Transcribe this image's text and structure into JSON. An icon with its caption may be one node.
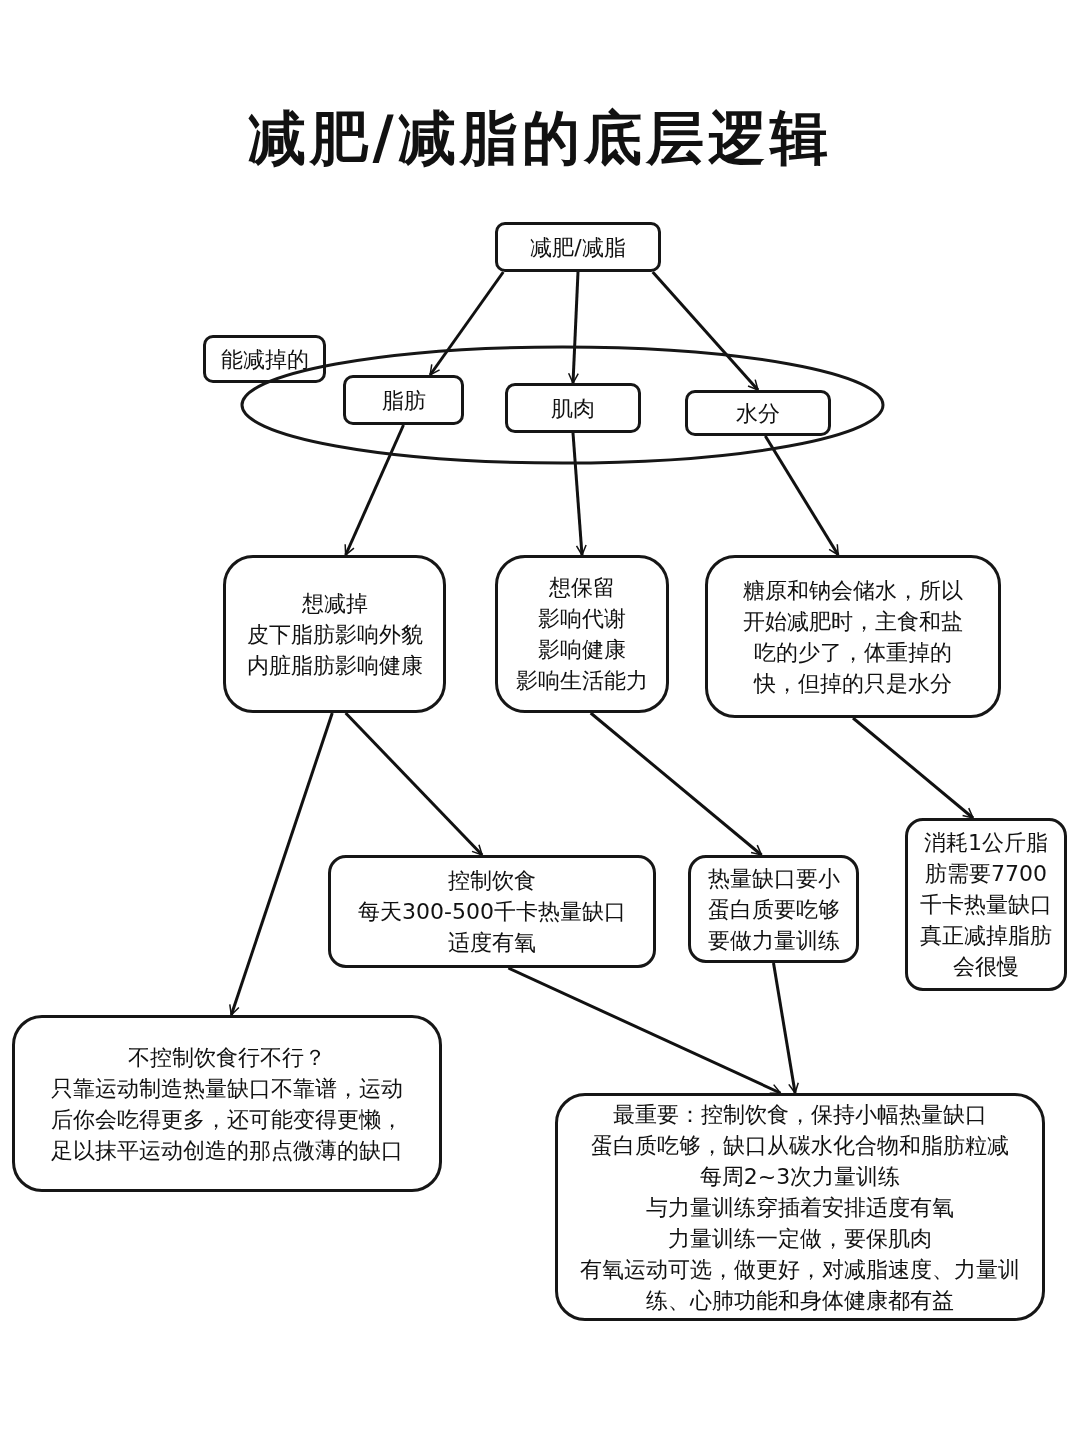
{
  "diagram": {
    "title": "减肥/减脂的底层逻辑",
    "nodes": [
      {
        "text": [
          "减肥/减脂"
        ]
      },
      {
        "text": [
          "能减掉的"
        ]
      },
      {
        "text": [],
        "shape": "ellipse"
      },
      {
        "text": [
          "脂肪"
        ],
        "in": 2
      },
      {
        "text": [
          "肌肉"
        ],
        "in": 2
      },
      {
        "text": [
          "水分"
        ],
        "in": 2
      },
      {
        "text": [
          "想减掉",
          "皮下脂肪影响外貌",
          "内脏脂肪影响健康"
        ]
      },
      {
        "text": [
          "想保留",
          "影响代谢",
          "影响健康",
          "影响生活能力"
        ]
      },
      {
        "text": [
          "糖原和钠会储水，所以开始减肥时，主食和盐吃的少了，体重掉的快，但掉的只是水分"
        ]
      },
      {
        "text": [
          "控制饮食",
          "每天300-500千卡热量缺口",
          "适度有氧"
        ]
      },
      {
        "text": [
          "热量缺口要小",
          "蛋白质要吃够",
          "要做力量训练"
        ]
      },
      {
        "text": [
          "消耗1公斤脂肪需要7700千卡热量缺口真正减掉脂肪会很慢"
        ]
      },
      {
        "text": [
          "不控制饮食行不行？",
          "只靠运动制造热量缺口不靠谱，运动后你会吃得更多，还可能变得更懒，足以抹平运动创造的那点微薄的缺口"
        ]
      },
      {
        "text": [
          "最重要：控制饮食，保持小幅热量缺口",
          "蛋白质吃够，缺口从碳水化合物和脂肪粒减",
          "每周2~3次力量训练",
          "与力量训练穿插着安排适度有氧",
          "力量训练一定做，要保肌肉",
          "有氧运动可选，做更好，对减脂速度、力量训练、心肺功能和身体健康都有益"
        ]
      }
    ],
    "edges": [
      {
        "from": 0,
        "to": 3,
        "arrow": "to"
      },
      {
        "from": 0,
        "to": 4,
        "arrow": "to"
      },
      {
        "from": 0,
        "to": 5,
        "arrow": "to"
      },
      {
        "from": 3,
        "to": 6,
        "arrow": "to"
      },
      {
        "from": 4,
        "to": 7,
        "arrow": "to"
      },
      {
        "from": 5,
        "to": 8,
        "arrow": "to"
      },
      {
        "from": 6,
        "to": 12,
        "arrow": "to"
      },
      {
        "from": 6,
        "to": 9,
        "arrow": "to"
      },
      {
        "from": 7,
        "to": 10,
        "arrow": "to"
      },
      {
        "from": 8,
        "to": 11,
        "arrow": "to"
      },
      {
        "from": 9,
        "to": 13,
        "arrow": "to"
      },
      {
        "from": 10,
        "to": 13,
        "arrow": "to"
      }
    ]
  }
}
